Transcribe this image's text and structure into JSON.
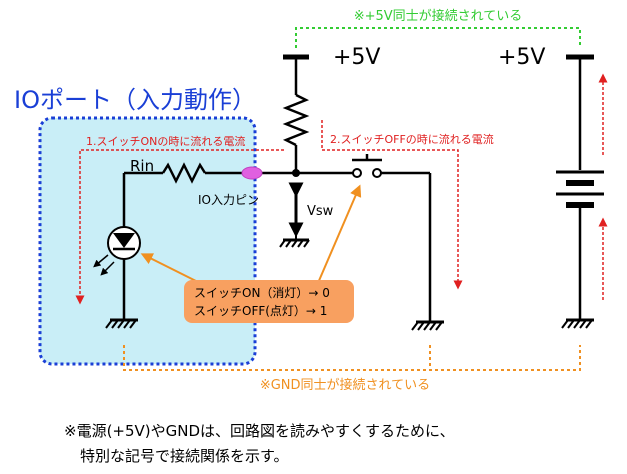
{
  "texts": {
    "gnd_note_top": "※+5V同士が接続されている",
    "plus5v_left": "+5V",
    "plus5v_right": "+5V",
    "io_port_title": "IOポート（入力動作）",
    "current_on": "1.スイッチONの時に流れる電流",
    "current_off": "2.スイッチOFFの時に流れる電流",
    "rin": "Rin",
    "io_pin": "IO入力ピン",
    "vsw": "Vsw",
    "callout_line1": "スイッチON（消灯）→ 0",
    "callout_line2": "スイッチOFF(点灯）→ 1",
    "gnd_note_bottom": "※GND同士が接続されている",
    "footnote_line1": "※電源(+5V)やGNDは、回路図を読みやすくするために、",
    "footnote_line2": "特別な記号で接続関係を示す。"
  },
  "colors": {
    "green_dotted": "#33cc33",
    "blue_title": "#1a3fd6",
    "blue_box_border": "#1a3fd6",
    "box_fill": "#c9eef7",
    "red": "#e02020",
    "orange": "#f09020",
    "callout_fill": "#f8a060",
    "pin_marker": "#e060e0"
  }
}
